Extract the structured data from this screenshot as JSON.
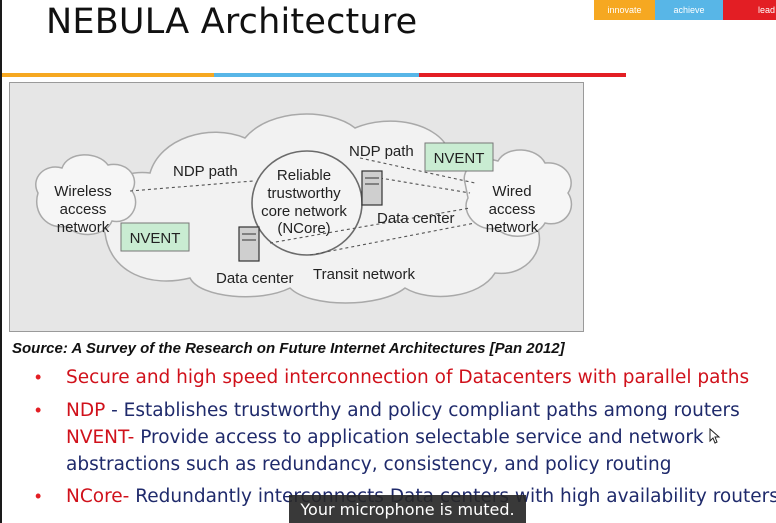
{
  "title": "NEBULA Architecture",
  "brand": {
    "innovate": "innovate",
    "achieve": "achieve",
    "lead": "lead"
  },
  "diagram": {
    "wireless": [
      "Wireless",
      "access",
      "network"
    ],
    "wired": [
      "Wired",
      "access",
      "network"
    ],
    "core": [
      "Reliable",
      "trustworthy",
      "core network",
      "(NCore)"
    ],
    "ndp_left": "NDP path",
    "ndp_right": "NDP path",
    "nvent_left": "NVENT",
    "nvent_right": "NVENT",
    "dc_right": "Data center",
    "dc_bottom": "Data center",
    "transit": "Transit network"
  },
  "caption": "Source: A Survey of the Research on Future Internet Architectures [Pan 2012]",
  "bullets": {
    "b1": "Secure and high speed interconnection of Datacenters with parallel paths",
    "b2_term": "NDP",
    "b2_text": " - Establishes trustworthy and policy compliant paths among routers",
    "b3_term": "NVENT-",
    "b3_text": " Provide access to application selectable service and network",
    "b3_cont": "abstractions such as redundancy, consistency, and policy routing",
    "b4_term": "NCore-",
    "b4_text": " Redundantly interconnects Data centers with high availability routers"
  },
  "toast": "Your microphone is muted.",
  "colors": {
    "orange": "#f6a821",
    "blue": "#58b6e7",
    "red": "#e31e24"
  }
}
